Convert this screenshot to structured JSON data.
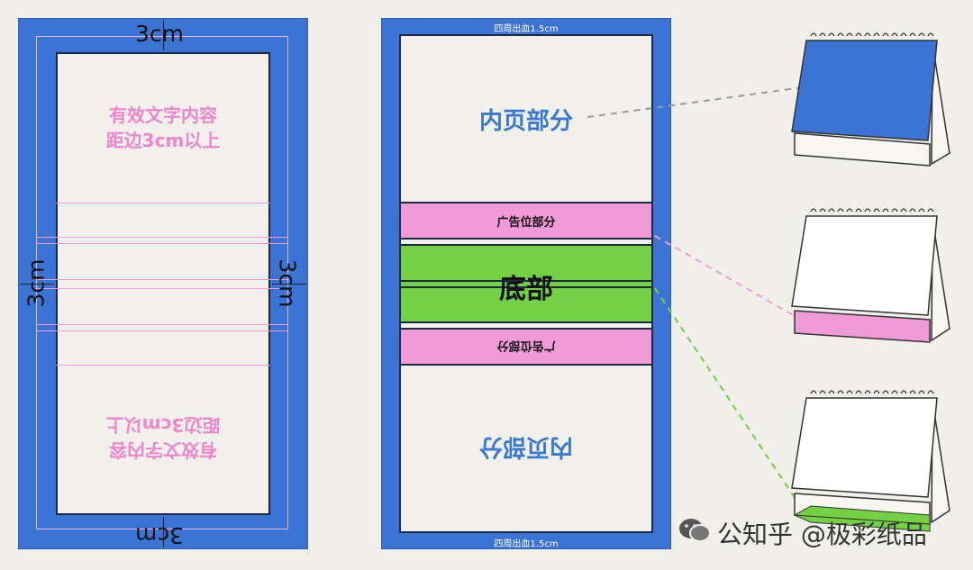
{
  "left_panel": {
    "margin_top": "3cm",
    "margin_bottom": "3cm",
    "margin_left": "3cm",
    "margin_right": "3cm",
    "text_top_line1": "有效文字内容",
    "text_top_line2": "距边3cm以上",
    "text_bottom_line1": "有效文字内容",
    "text_bottom_line2": "距边3cm以上"
  },
  "middle_panel": {
    "bleed_top": "四周出血1.5cm",
    "bleed_bottom": "四周出血1.5cm",
    "inner_top": "内页部分",
    "ad_top": "广告位部分",
    "base": "底部",
    "ad_bottom": "广告位部分",
    "inner_bottom": "内页部分"
  },
  "colors": {
    "blue": "#3b74d4",
    "pink": "#f19ad8",
    "green": "#73d143",
    "pink_text": "#ef86cd",
    "blue_text": "#3a78d2"
  },
  "footer": {
    "text": "公知乎 @极彩纸品"
  }
}
